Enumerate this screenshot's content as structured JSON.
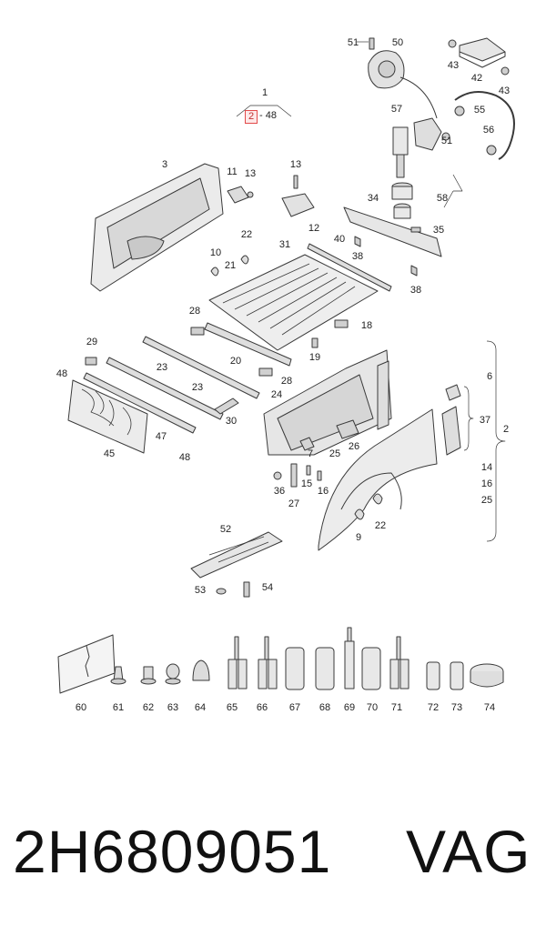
{
  "reference": {
    "highlight": "2",
    "range": "- 48",
    "group_label": "1"
  },
  "callouts": {
    "c51a": "51",
    "c50": "50",
    "c43a": "43",
    "c42": "42",
    "c43b": "43",
    "c57": "57",
    "c55": "55",
    "c51b": "51",
    "c56": "56",
    "c3": "3",
    "c11": "11",
    "c13a": "13",
    "c13b": "13",
    "c12": "12",
    "c34": "34",
    "c58": "58",
    "c35": "35",
    "c10": "10",
    "c22a": "22",
    "c21": "21",
    "c31": "31",
    "c40": "40",
    "c38a": "38",
    "c38b": "38",
    "c28a": "28",
    "c18": "18",
    "c19": "19",
    "c20": "20",
    "c28b": "28",
    "c29": "29",
    "c48a": "48",
    "c23a": "23",
    "c23b": "23",
    "c24": "24",
    "c6": "6",
    "c37": "37",
    "c2": "2",
    "c45": "45",
    "c47": "47",
    "c30": "30",
    "c48b": "48",
    "c7": "7",
    "c25": "25",
    "c26": "26",
    "c14": "14",
    "c16a": "16",
    "c25b": "25",
    "c36": "36",
    "c27": "27",
    "c15": "15",
    "c16b": "16",
    "c9": "9",
    "c22b": "22",
    "c52": "52",
    "c53": "53",
    "c54": "54",
    "c60": "60",
    "c61": "61",
    "c62": "62",
    "c63": "63",
    "c64": "64",
    "c65": "65",
    "c66": "66",
    "c67": "67",
    "c68": "68",
    "c69": "69",
    "c70": "70",
    "c71": "71",
    "c72": "72",
    "c73": "73",
    "c74": "74"
  },
  "caption": {
    "part_number": "2H6809051",
    "brand": "VAG"
  },
  "colors": {
    "line": "#3a3a3a",
    "fill_light": "#f1f1f1",
    "fill_mid": "#dcdcdc",
    "fill_dark": "#bdbdbd",
    "highlight": "#e24a4a"
  }
}
